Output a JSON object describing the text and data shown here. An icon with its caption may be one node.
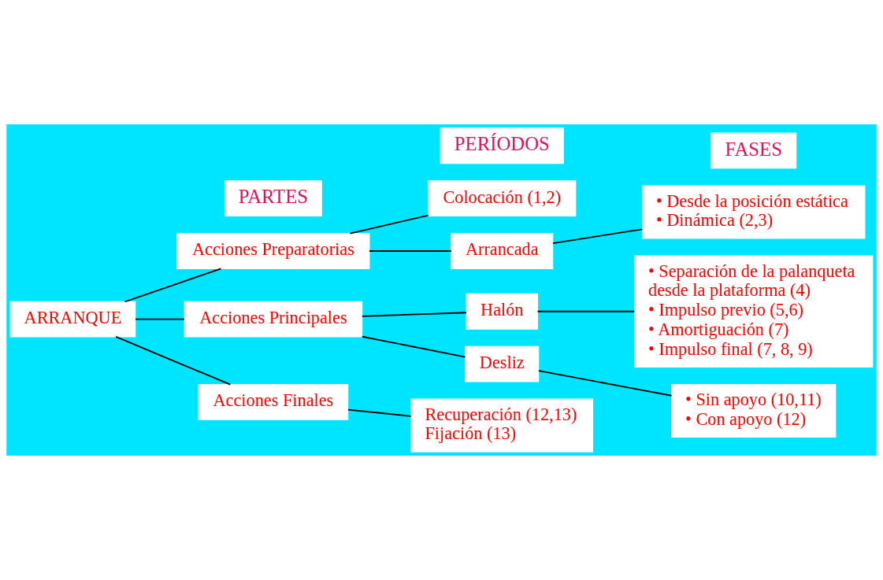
{
  "diagram": {
    "nodes": [
      {
        "text": [
          "PARTES"
        ]
      },
      {
        "text": [
          "PERÍODOS"
        ]
      },
      {
        "text": [
          "FASES"
        ]
      },
      {
        "text": [
          "ARRANQUE"
        ]
      },
      {
        "text": [
          "Acciones Preparatorias"
        ]
      },
      {
        "text": [
          "Acciones Principales"
        ]
      },
      {
        "text": [
          "Acciones Finales"
        ]
      },
      {
        "text": [
          "Colocación (1,2)"
        ]
      },
      {
        "text": [
          "Arrancada"
        ]
      },
      {
        "text": [
          "Halón"
        ]
      },
      {
        "text": [
          "Desliz"
        ]
      },
      {
        "text": [
          "Recuperación (12,13)",
          "Fijación (13)"
        ]
      },
      {
        "text": [
          "• Desde la posición estática",
          "• Dinámica (2,3)"
        ]
      },
      {
        "text": [
          "• Separación de la palanqueta desde la plataforma (4)",
          "• Impulso previo (5,6)",
          "• Amortiguación (7)",
          "• Impulso final (7, 8, 9)"
        ]
      },
      {
        "text": [
          "• Sin apoyo (10,11)",
          "• Con apoyo (12)"
        ]
      }
    ],
    "edges": [
      {
        "from": 3,
        "to": 4,
        "arrow": "none"
      },
      {
        "from": 3,
        "to": 5,
        "arrow": "none"
      },
      {
        "from": 3,
        "to": 6,
        "arrow": "none"
      },
      {
        "from": 4,
        "to": 7,
        "arrow": "none"
      },
      {
        "from": 4,
        "to": 8,
        "arrow": "none"
      },
      {
        "from": 5,
        "to": 9,
        "arrow": "none"
      },
      {
        "from": 5,
        "to": 10,
        "arrow": "none"
      },
      {
        "from": 6,
        "to": 11,
        "arrow": "none"
      },
      {
        "from": 8,
        "to": 12,
        "arrow": "none"
      },
      {
        "from": 9,
        "to": 13,
        "arrow": "none"
      },
      {
        "from": 10,
        "to": 14,
        "arrow": "none"
      }
    ]
  }
}
